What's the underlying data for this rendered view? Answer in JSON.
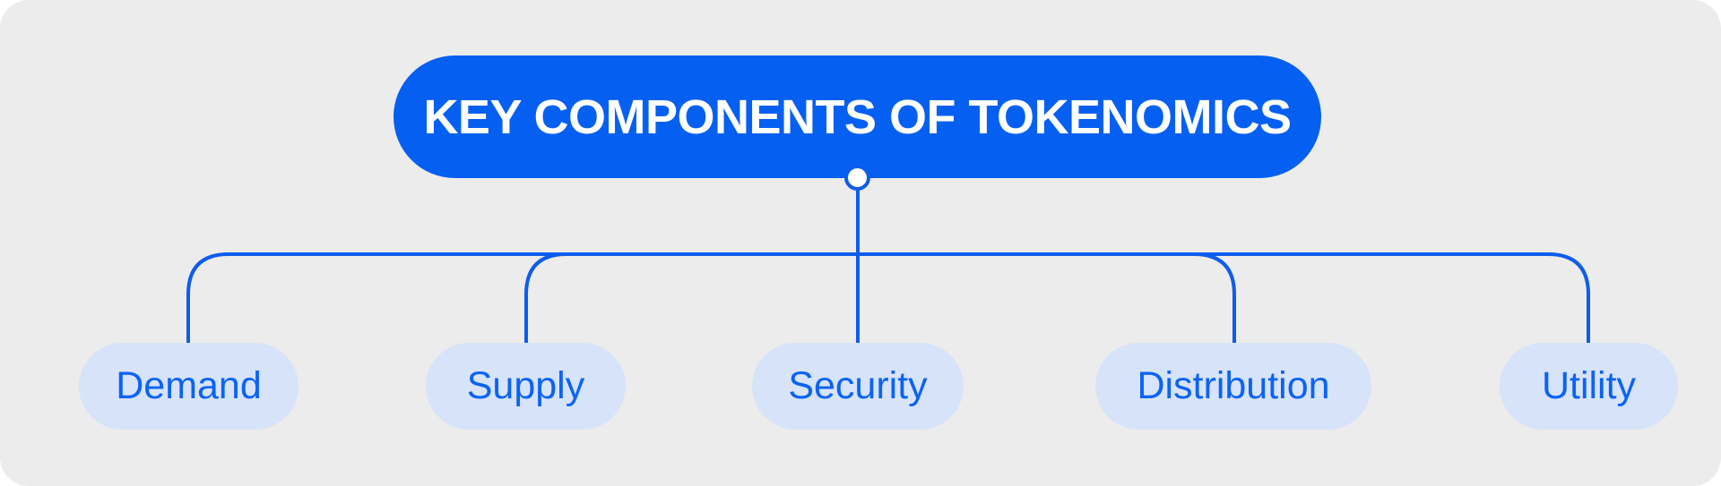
{
  "diagram": {
    "title": "KEY COMPONENTS OF TOKENOMICS",
    "children": [
      {
        "label": "Demand"
      },
      {
        "label": "Supply"
      },
      {
        "label": "Security"
      },
      {
        "label": "Distribution"
      },
      {
        "label": "Utility"
      }
    ],
    "colors": {
      "page_background": "#FFFFFF",
      "panel_background": "#ECECEC",
      "root_pill_background": "#0560F2",
      "root_title_text": "#FFFFFF",
      "connector_line": "#0E5CEC",
      "connector_dot_fill": "#FFFFFF",
      "child_pill_background": "#D7E3F8",
      "child_label_text": "#0B63F5"
    }
  }
}
